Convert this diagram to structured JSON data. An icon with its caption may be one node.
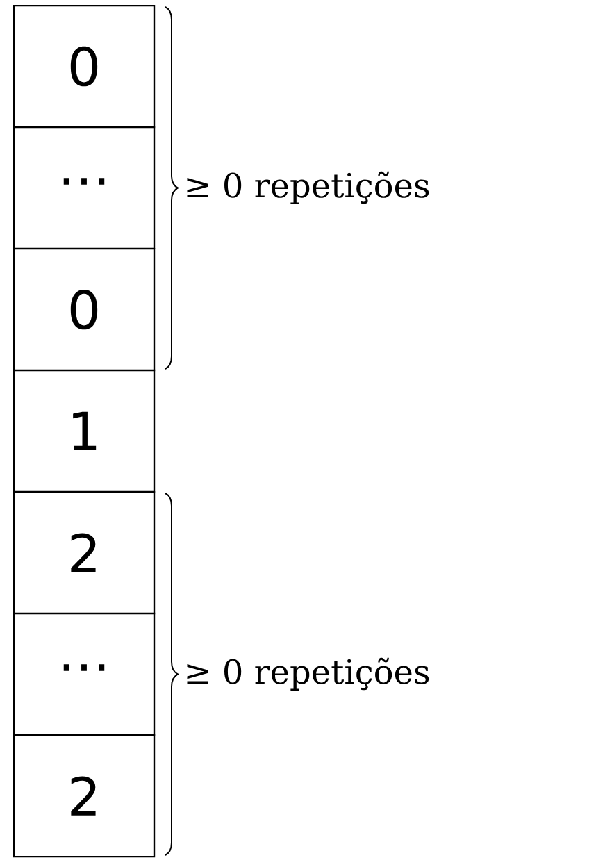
{
  "diagram": {
    "nodes": [
      {
        "text": [
          "0"
        ]
      },
      {
        "text": [
          "⋯"
        ]
      },
      {
        "text": [
          "0"
        ]
      },
      {
        "text": [
          "1"
        ]
      },
      {
        "text": [
          "2"
        ]
      },
      {
        "text": [
          "⋯"
        ]
      },
      {
        "text": [
          "2"
        ]
      }
    ],
    "labels": [
      "≥ 0 repetições",
      "≥ 0 repetições"
    ]
  }
}
